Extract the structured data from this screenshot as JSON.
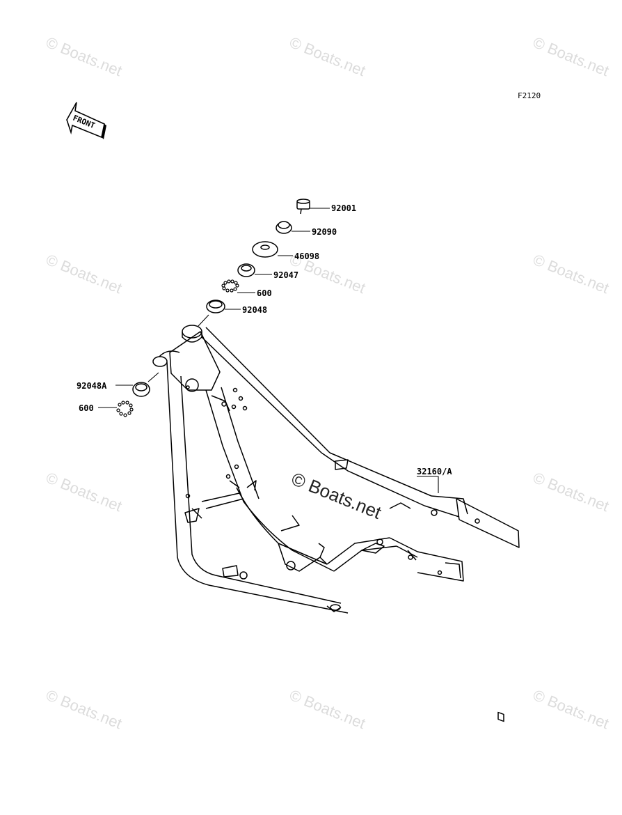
{
  "figure_code": "F2120",
  "front_arrow_label": "FRONT",
  "watermark": "© Boats.net",
  "parts": [
    {
      "number": "92001"
    },
    {
      "number": "92090"
    },
    {
      "number": "46098"
    },
    {
      "number": "92047"
    },
    {
      "number": "600"
    },
    {
      "number": "92048"
    },
    {
      "number": "92048A"
    },
    {
      "number": "600"
    },
    {
      "number": "32160/A"
    }
  ]
}
